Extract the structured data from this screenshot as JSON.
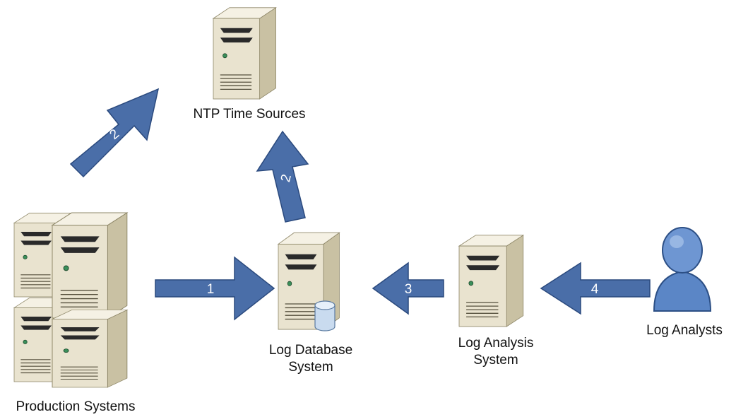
{
  "nodes": {
    "ntp": {
      "label": "NTP Time Sources"
    },
    "production": {
      "label": "Production Systems"
    },
    "log_db": {
      "label_line1": "Log Database",
      "label_line2": "System"
    },
    "log_analysis": {
      "label_line1": "Log Analysis",
      "label_line2": "System"
    },
    "analysts": {
      "label": "Log Analysts"
    }
  },
  "arrows": {
    "prod_to_db": "1",
    "prod_to_ntp": "2",
    "db_to_ntp": "2",
    "analysis_to_db": "3",
    "analysts_to_analysis": "4"
  },
  "colors": {
    "arrow_fill": "#4a6ea8",
    "arrow_stroke": "#2b4a7e",
    "server_front": "#e9e3cf",
    "server_side": "#c9c1a3",
    "server_top": "#f5f1e4",
    "person": "#5b86c6",
    "database": "#c9dbef"
  }
}
